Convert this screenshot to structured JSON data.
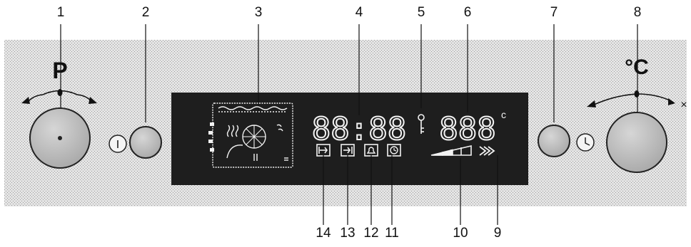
{
  "callouts": {
    "top": [
      "1",
      "2",
      "3",
      "4",
      "5",
      "6",
      "7",
      "8"
    ],
    "bottom": [
      "14",
      "13",
      "12",
      "11",
      "10",
      "9"
    ]
  },
  "knobs": {
    "left_symbol": "P",
    "right_symbol": "°C",
    "right_arrow_mark": "×"
  },
  "buttons": {
    "power_symbol": "I"
  },
  "display": {
    "clock_digits": "88:88",
    "temperature_digits": "888",
    "temperature_unit": "°C",
    "small_unit": "c"
  },
  "colors": {
    "panel_stipple": "#c8c8c8",
    "display_bg": "#1e1e1e",
    "symbol_color": "#f2f2f2",
    "knob_fill": "#b4b4b4"
  }
}
